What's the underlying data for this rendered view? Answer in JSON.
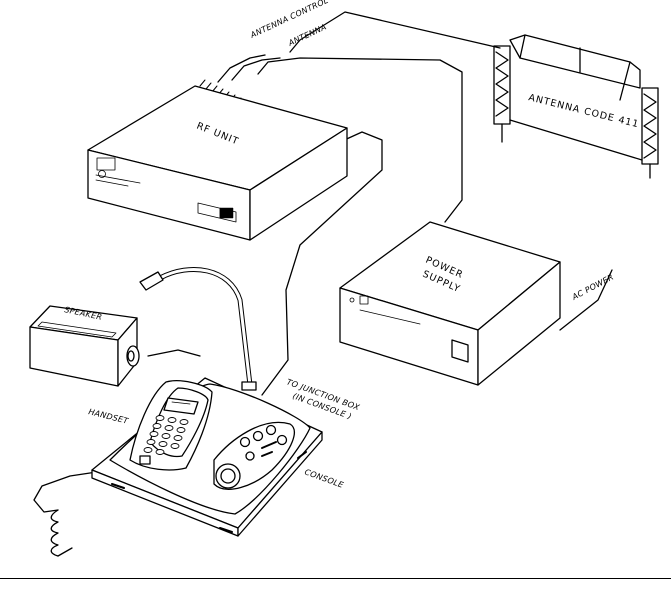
{
  "labels": {
    "antenna_control": "ANTENNA CONTROL",
    "antenna": "ANTENNA",
    "antenna_code": "ANTENNA CODE 411",
    "rf_unit": "RF UNIT",
    "power_supply_line1": "POWER",
    "power_supply_line2": "SUPPLY",
    "ac_power": "AC POWER",
    "speaker": "SPEAKER",
    "to_junction_box_line1": "TO JUNCTION BOX",
    "to_junction_box_line2": "(IN CONSOLE )",
    "handset": "HANDSET",
    "console": "CONSOLE"
  },
  "colors": {
    "ink": "#000000",
    "paper": "#ffffff",
    "shade": "#d8d8d8"
  }
}
